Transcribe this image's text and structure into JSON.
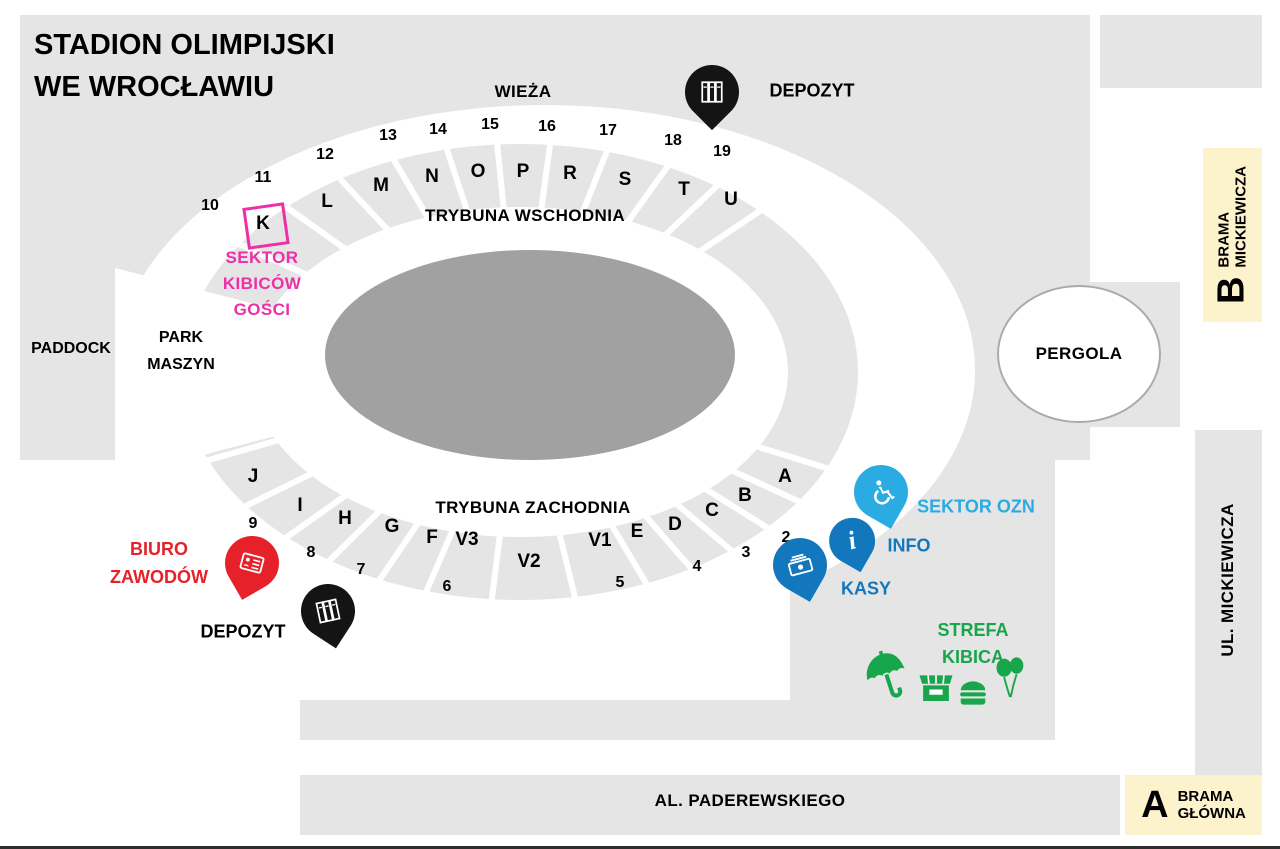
{
  "title": {
    "line1": "STADION OLIMPIJSKI",
    "line2": "WE WROCŁAWIU"
  },
  "areas": {
    "wieza": "WIEŻA",
    "trybuna_wschodnia": "TRYBUNA WSCHODNIA",
    "trybuna_zachodnia": "TRYBUNA ZACHODNIA",
    "paddock": "PADDOCK",
    "park_maszyn_line1": "PARK",
    "park_maszyn_line2": "MASZYN",
    "pergola": "PERGOLA"
  },
  "streets": {
    "al_paderewskiego": "AL. PADEREWSKIEGO",
    "ul_mickiewicza": "UL. MICKIEWICZA"
  },
  "gates": {
    "mickiewicza": {
      "letter": "B",
      "name_line1": "BRAMA",
      "name_line2": "MICKIEWICZA"
    },
    "glowna": {
      "letter": "A",
      "name_line1": "BRAMA",
      "name_line2": "GŁÓWNA"
    }
  },
  "pois": {
    "depozyt_north": {
      "label": "DEPOZYT"
    },
    "depozyt_south": {
      "label": "DEPOZYT"
    },
    "biuro_zawodow": {
      "line1": "BIURO",
      "line2": "ZAWODÓW"
    },
    "sektor_kibicow_gosci": {
      "line1": "SEKTOR",
      "line2": "KIBICÓW",
      "line3": "GOŚCI"
    },
    "sektor_ozn": {
      "label": "SEKTOR OZN"
    },
    "info": {
      "label": "INFO"
    },
    "kasy": {
      "label": "KASY"
    },
    "strefa_kibica": {
      "line1": "STREFA",
      "line2": "KIBICA"
    }
  },
  "sectors": {
    "east_letters": [
      "K",
      "L",
      "M",
      "N",
      "O",
      "P",
      "R",
      "S",
      "T",
      "U"
    ],
    "east_numbers": [
      "10",
      "11",
      "12",
      "13",
      "14",
      "15",
      "16",
      "17",
      "18",
      "19"
    ],
    "west_letters": [
      "J",
      "I",
      "H",
      "G",
      "F",
      "V3",
      "V2",
      "V1",
      "E",
      "D",
      "C",
      "B",
      "A"
    ],
    "west_numbers": [
      "9",
      "8",
      "7",
      "6",
      "5",
      "4",
      "3",
      "2"
    ]
  },
  "icons": {
    "info": "i"
  },
  "colors": {
    "area_gray": "#e5e5e5",
    "field_gray": "#a1a1a1",
    "gate_yellow": "#fcf3cd",
    "pink": "#ee2fa8",
    "red": "#e62129",
    "blue": "#1377bd",
    "light_blue": "#2aace3",
    "green": "#17a64b",
    "black": "#141414"
  }
}
